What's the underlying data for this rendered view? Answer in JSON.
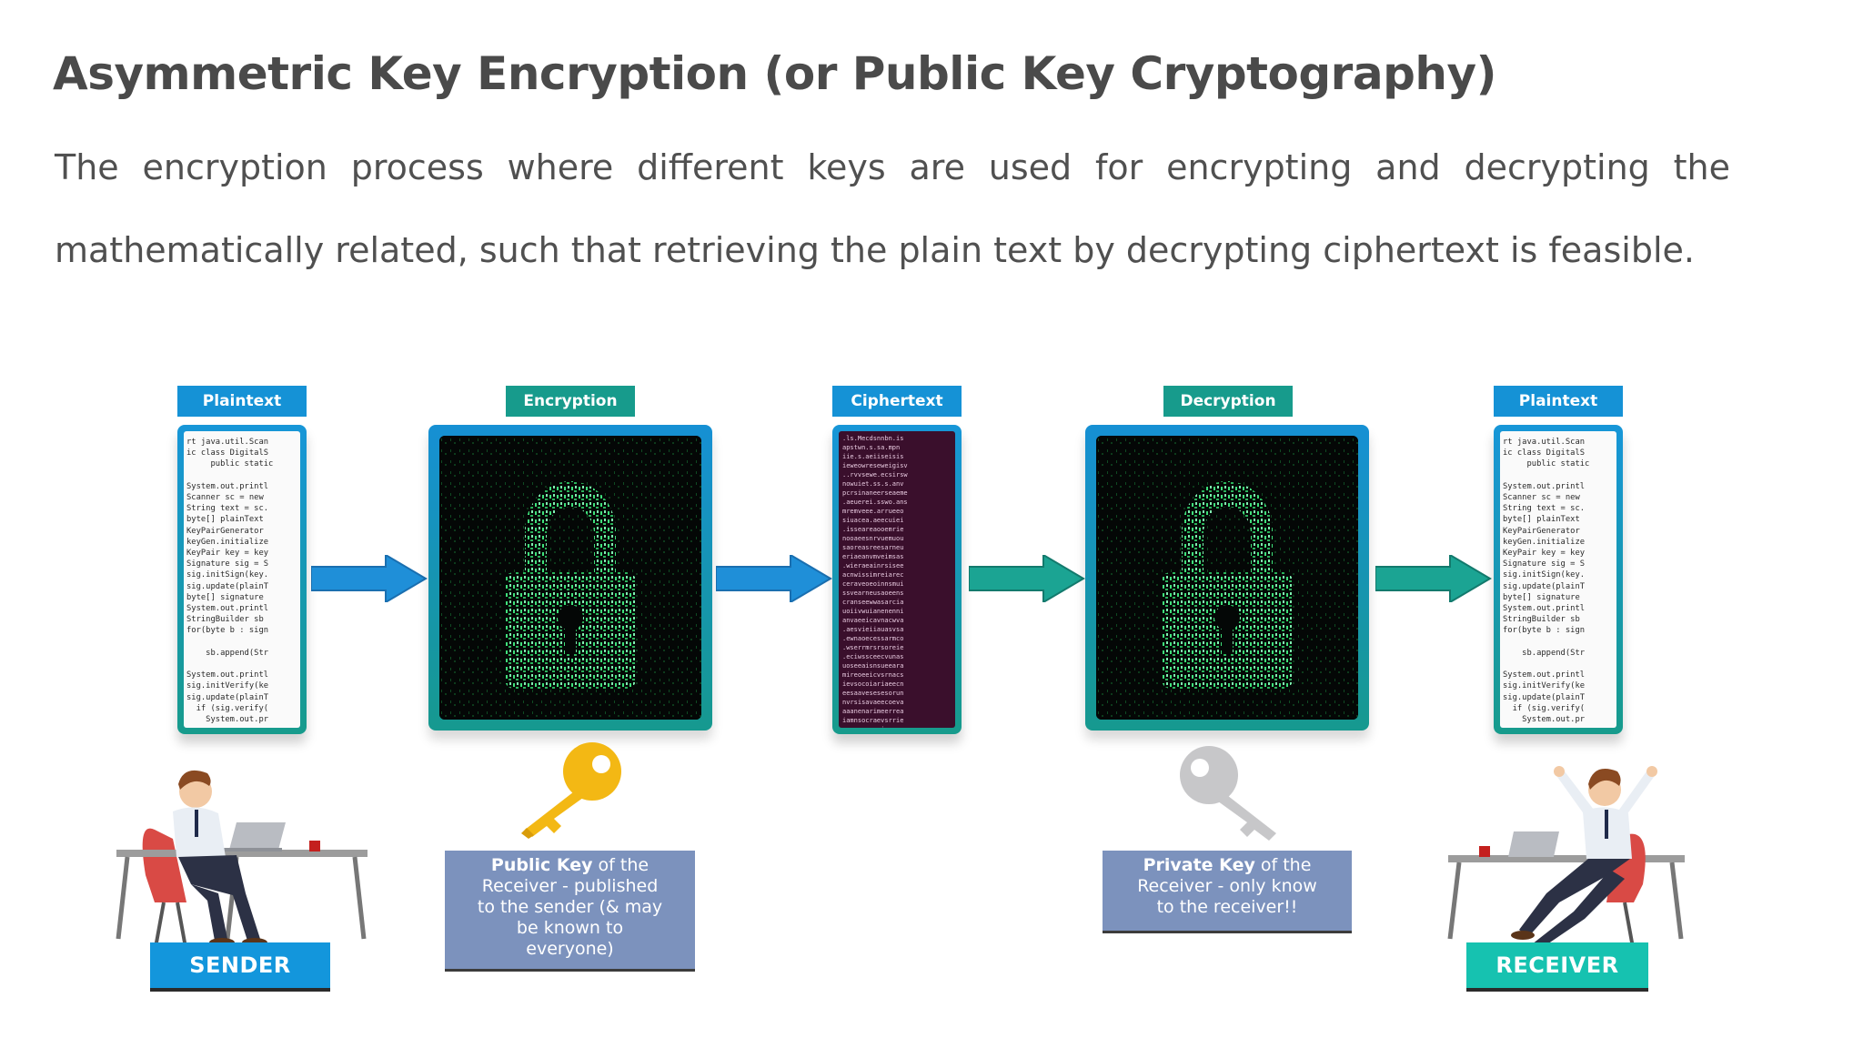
{
  "slide": {
    "title": "Asymmetric Key Encryption (or Public Key Cryptography)",
    "description_line1": "The encryption process where different keys are used for encrypting and decrypting the",
    "description_line2": "mathematically related, such that retrieving the plain text by decrypting ciphertext is feasible."
  },
  "diagram": {
    "stages": [
      {
        "label": "Plaintext",
        "color": "#1592d6"
      },
      {
        "label": "Encryption",
        "color": "#179b8c"
      },
      {
        "label": "Ciphertext",
        "color": "#1592d6"
      },
      {
        "label": "Decryption",
        "color": "#179b8c"
      },
      {
        "label": "Plaintext",
        "color": "#1592d6"
      }
    ],
    "public_key": {
      "bold": "Public Key",
      "line1_rest": " of the",
      "line2": "Receiver - published",
      "line3": "to the sender (& may",
      "line4": "be known to",
      "line5": "everyone)",
      "icon": "gold-key-icon"
    },
    "private_key": {
      "bold": "Private Key",
      "line1_rest": " of the",
      "line2": "Receiver - only know",
      "line3": "to the receiver!!",
      "icon": "silver-key-icon"
    },
    "sender_label": "SENDER",
    "receiver_label": "RECEIVER"
  }
}
